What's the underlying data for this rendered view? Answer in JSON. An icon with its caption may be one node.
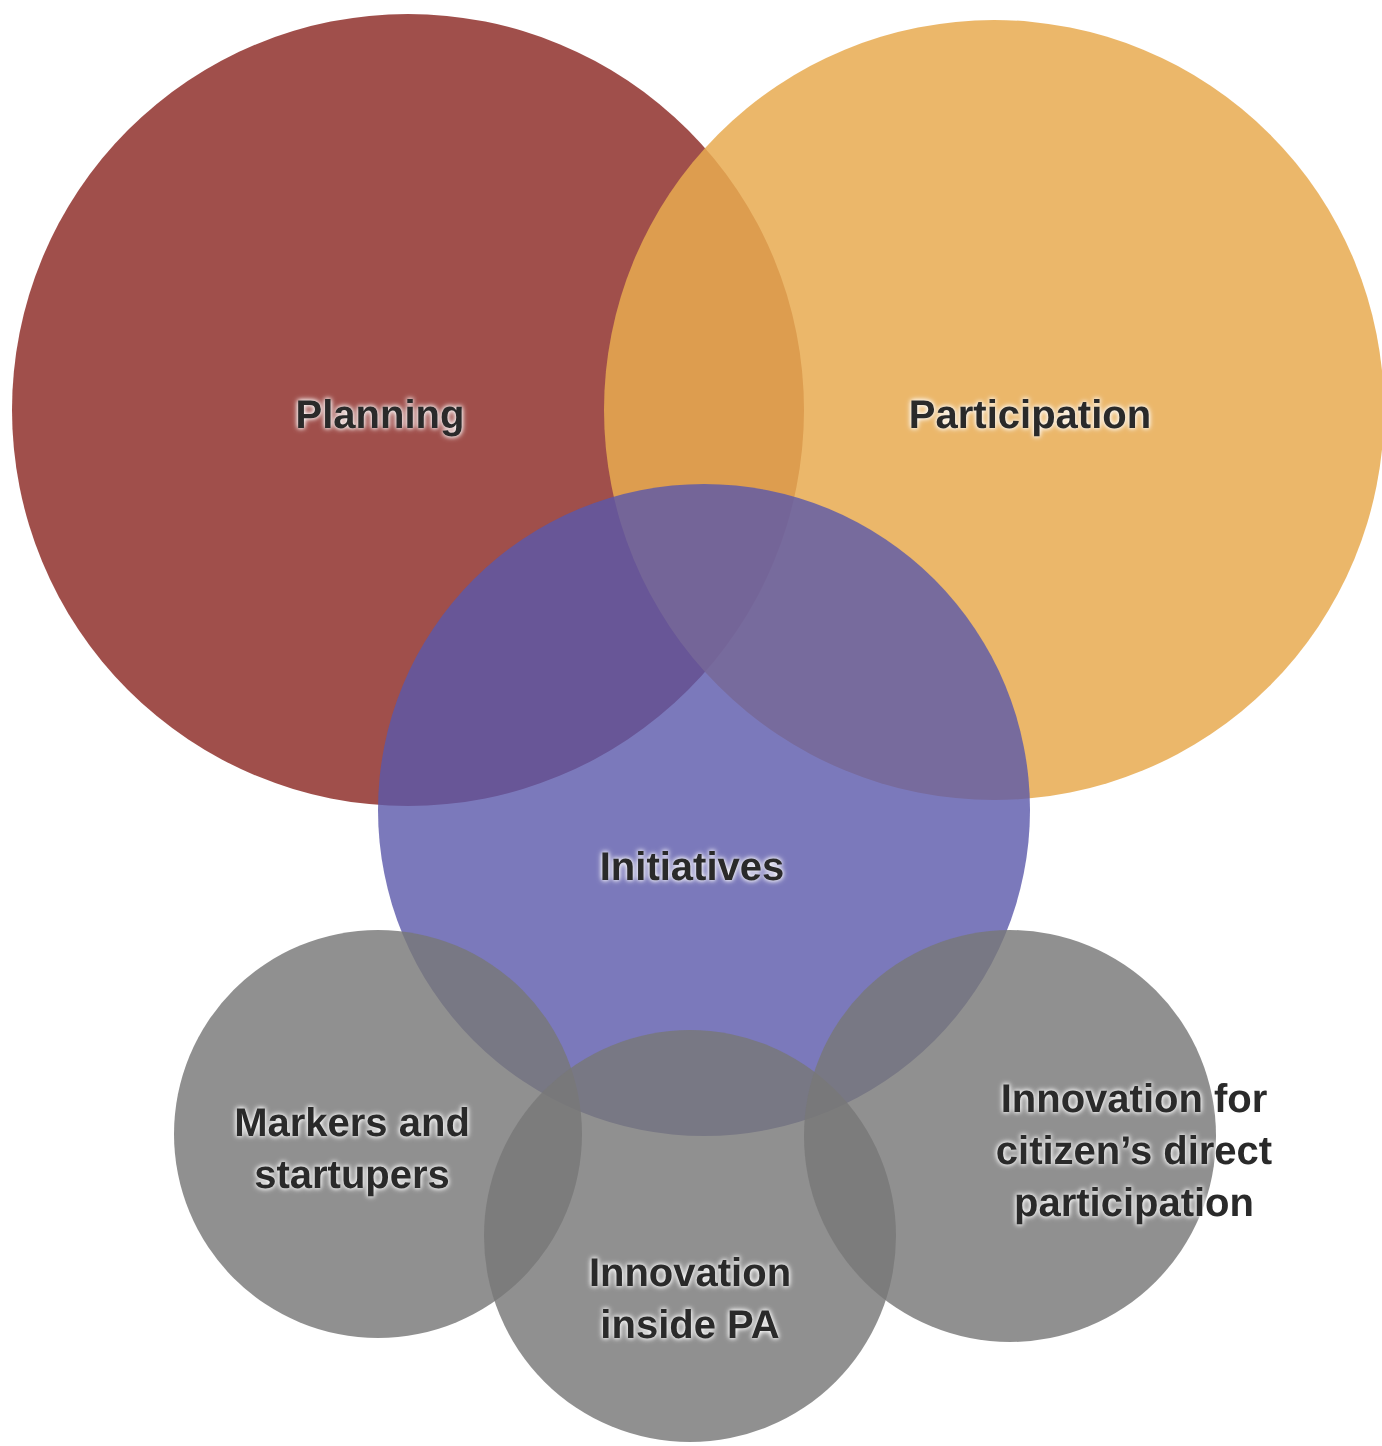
{
  "diagram": {
    "nodes": [
      {
        "text": [
          "Planning"
        ]
      },
      {
        "text": [
          "Participation"
        ]
      },
      {
        "text": [
          "Initiatives"
        ]
      },
      {
        "text": [
          "Markers and startupers"
        ]
      },
      {
        "text": [
          "Innovation inside PA"
        ]
      },
      {
        "text": [
          "Innovation for citizen’s direct participation"
        ]
      }
    ]
  }
}
